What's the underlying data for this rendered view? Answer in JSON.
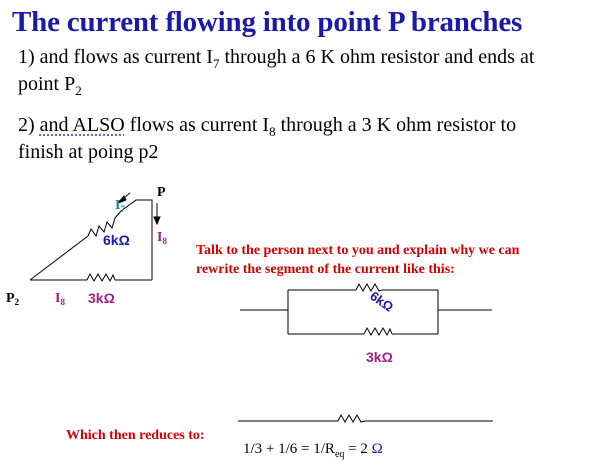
{
  "title": "The current flowing into point P branches",
  "point1": {
    "line1_prefix": "1) and flows as current I",
    "line1_sub": "7",
    "line1_suffix": " through a 6 K ohm resistor and ends at",
    "line2_prefix": "point P",
    "line2_sub": "2"
  },
  "point2": {
    "line1_prefix": "2) ",
    "line1_underlined": "and ALSO",
    "line1_mid": " flows as current I",
    "line1_sub": "8",
    "line1_suffix": " through a 3 K ohm resistor to",
    "line2": "finish at poing p2"
  },
  "circuit1": {
    "label_p": "P",
    "label_p2": "P",
    "label_p2_sub": "2",
    "label_i7": "I",
    "label_i7_sub": "7",
    "label_i8_right": "I",
    "label_i8_right_sub": "8",
    "label_i8_bottom": "I",
    "label_i8_bottom_sub": "8",
    "label_6k": "6kΩ",
    "label_3k": "3kΩ"
  },
  "prompt": {
    "line1": "Talk to the person next to you and explain why we can",
    "line2": "rewrite the segment of the current like this:"
  },
  "circuit2": {
    "label_6k": "6kΩ",
    "label_3k": "3kΩ"
  },
  "reduces": "Which then reduces to:",
  "equation": {
    "part1": "1/3 + 1/6 = 1/R",
    "sub": "eq",
    "part2": " = 2 ",
    "ohm": "Ω"
  },
  "colors": {
    "title": "#1a1aa6",
    "red": "#d40000",
    "teal": "#1a8a8a",
    "magenta": "#a0208a",
    "blue": "#1a1aa6"
  }
}
